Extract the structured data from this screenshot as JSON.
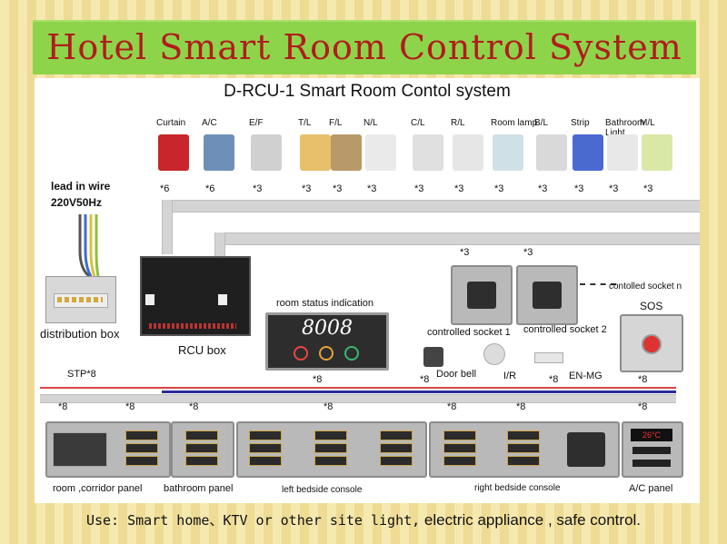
{
  "title": "Hotel Smart Room Control System",
  "subtitle": "D-RCU-1 Smart Room Contol system",
  "devices": [
    {
      "label": "Curtain",
      "count": "*6"
    },
    {
      "label": "A/C",
      "count": "*6"
    },
    {
      "label": "E/F",
      "count": "*3"
    },
    {
      "label": "T/L",
      "count": "*3"
    },
    {
      "label": "F/L",
      "count": "*3"
    },
    {
      "label": "N/L",
      "count": "*3"
    },
    {
      "label": "C/L",
      "count": "*3"
    },
    {
      "label": "R/L",
      "count": "*3"
    },
    {
      "label": "Room lamp",
      "count": "*3"
    },
    {
      "label": "B/L",
      "count": "*3"
    },
    {
      "label": "Strip",
      "count": "*3"
    },
    {
      "label": "Bathroom Light",
      "count": "*3"
    },
    {
      "label": "M/L",
      "count": "*3"
    }
  ],
  "lead_in_wire": "lead in wire",
  "voltage": "220V50Hz",
  "distribution_box": "distribution box",
  "rcu_box": "RCU box",
  "stp": "STP*8",
  "room_status": "room status indication",
  "room_number": "8008",
  "controlled_socket_1": "controlled socket 1",
  "controlled_socket_2": "controlled socket 2",
  "controlled_socket_n": "contolled socket n",
  "sos": "SOS",
  "socket_counts": [
    "*3",
    "*3"
  ],
  "door_bell": "Door bell",
  "ir": "I/R",
  "en_mg": "EN-MG",
  "mid_counts": [
    "*8",
    "*8",
    "*8",
    "*8"
  ],
  "bus_counts": [
    "*8",
    "*8",
    "*8",
    "*8",
    "*8",
    "*8",
    "*8"
  ],
  "panels": {
    "room_corridor": "room ,corridor panel",
    "bathroom": "bathroom panel",
    "left_bedside": "left bedside console",
    "right_bedside": "right bedside console",
    "ac": "A/C panel"
  },
  "ac_display": "26°C",
  "use_mono": "Use: Smart home、KTV or other site light,",
  "use_rest": " electric appliance , safe control.",
  "colors": {
    "title": "#b11c1c",
    "band": "#8ed44a",
    "stripe": "#f6e9b0"
  }
}
